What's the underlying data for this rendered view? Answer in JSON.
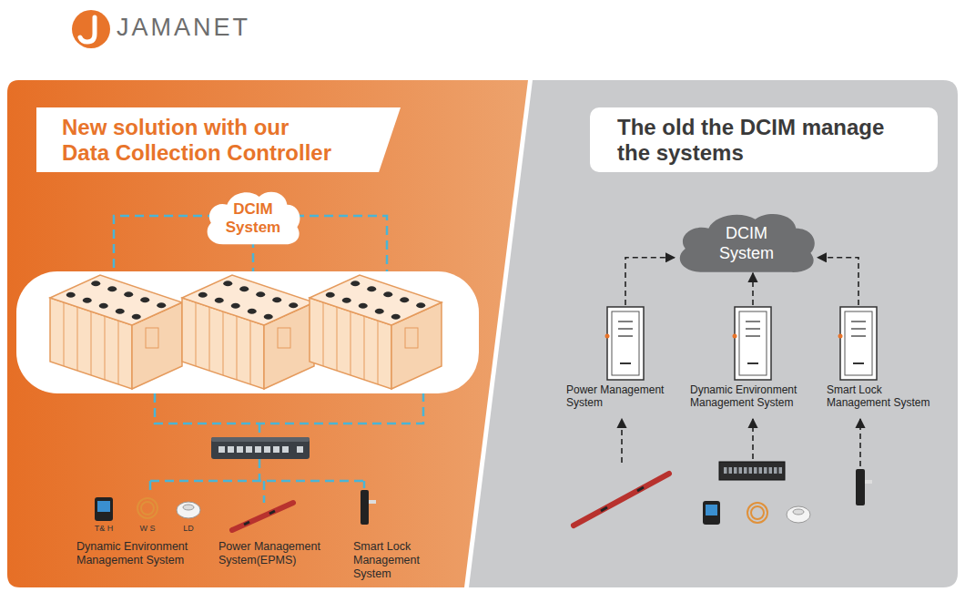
{
  "diagram": {
    "nodes": [
      {
        "text": [
          "New solution with our Data Collection Controller"
        ]
      },
      {
        "text": [
          "DCIM System"
        ]
      },
      {
        "text": [
          "The old the DCIM manage the systems"
        ]
      },
      {
        "text": [
          "DCIM System"
        ]
      },
      {
        "text": [
          "Power Management System"
        ]
      },
      {
        "text": [
          "Dynamic Environment Management System"
        ]
      },
      {
        "text": [
          "Smart Lock Management System"
        ]
      }
    ],
    "edges": [
      {
        "from": 4,
        "to": 3,
        "arrow": "to"
      },
      {
        "from": 5,
        "to": 3,
        "arrow": "to"
      },
      {
        "from": 6,
        "to": 3,
        "arrow": "to"
      }
    ],
    "labels": [
      "JAMANET",
      "T& H",
      "W S",
      "LD",
      "Dynamic Environment Management System",
      "Power Management System(EPMS)",
      "Smart Lock Management System"
    ]
  }
}
